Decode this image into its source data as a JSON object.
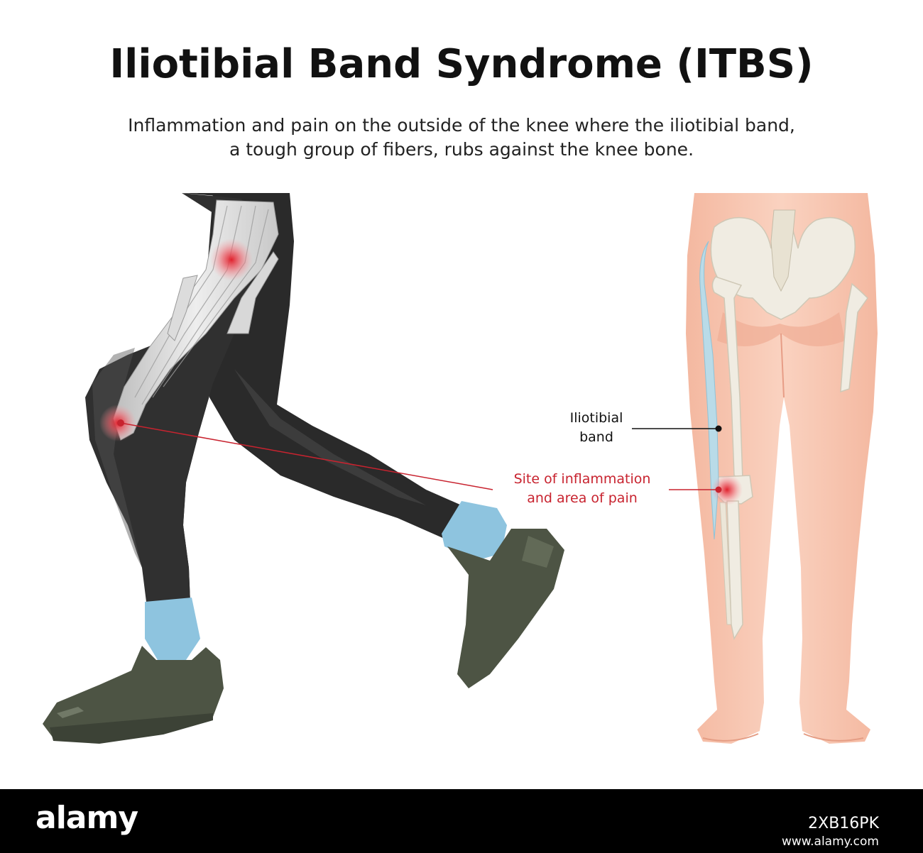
{
  "header": {
    "title": "Iliotibial Band Syndrome (ITBS)",
    "description_line1": "Inflammation and pain on the outside of the knee where the iliotibial band,",
    "description_line2": "a tough group of fibers, rubs against the knee bone."
  },
  "labels": {
    "band_line1": "Iliotibial",
    "band_line2": "band",
    "site_line1": "Site of inflammation",
    "site_line2": "and area of pain"
  },
  "footer": {
    "logo": "alamy",
    "image_id": "2XB16PK",
    "url": "www.alamy.com"
  },
  "colors": {
    "legging": "#2a2a2a",
    "shoe": "#4d5444",
    "sock": "#8ec4df",
    "skin": "#f6c2ac",
    "bone": "#f0ece2",
    "band": "#b9dbe8",
    "inflammation": "#e02a36",
    "label_red": "#c8232f"
  },
  "icons": [
    "running-legs-illustration",
    "posterior-leg-anatomy-illustration",
    "inflammation-marker"
  ]
}
